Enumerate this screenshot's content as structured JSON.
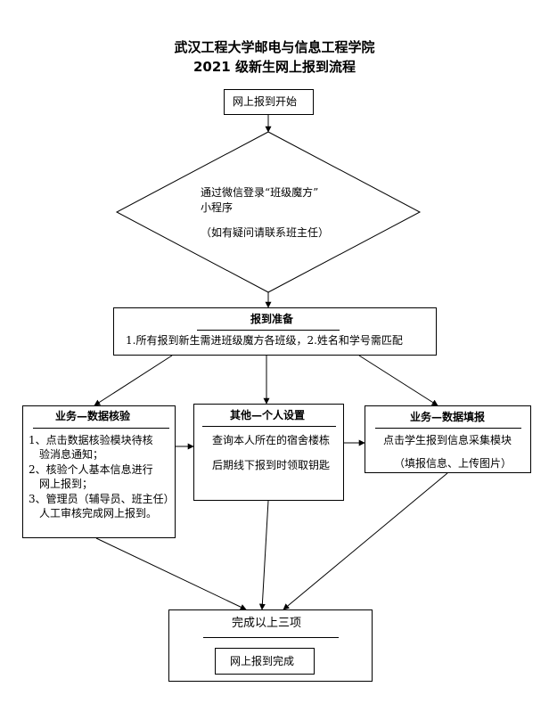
{
  "header": {
    "title_line1": "武汉工程大学邮电与信息工程学院",
    "title_line2": "2021 级新生网上报到流程"
  },
  "start": {
    "label": "网上报到开始"
  },
  "decision": {
    "line1": "通过微信登录“班级魔方”",
    "line2": "小程序",
    "line3": "（如有疑问请联系班主任）"
  },
  "prepare": {
    "title": "报到准备",
    "text": "1.所有报到新生需进班级魔方各班级，2.姓名和学号需匹配"
  },
  "verify": {
    "title": "业务—数据核验",
    "items": [
      {
        "line1": "1、点击数据核验模块待核",
        "line2": "验消息通知；"
      },
      {
        "line1": "2、核验个人基本信息进行",
        "line2": "网上报到；"
      },
      {
        "line1": "3、管理员（辅导员、班主任）",
        "line2": "人工审核完成网上报到。"
      }
    ]
  },
  "other": {
    "title": "其他—个人设置",
    "line1": "查询本人所在的宿舍楼栋",
    "line2": "后期线下报到时领取钥匙"
  },
  "fill": {
    "title": "业务—数据填报",
    "line1": "点击学生报到信息采集模块",
    "line2": "（填报信息、上传图片）"
  },
  "complete": {
    "title": "完成以上三项",
    "done": "网上报到完成"
  }
}
